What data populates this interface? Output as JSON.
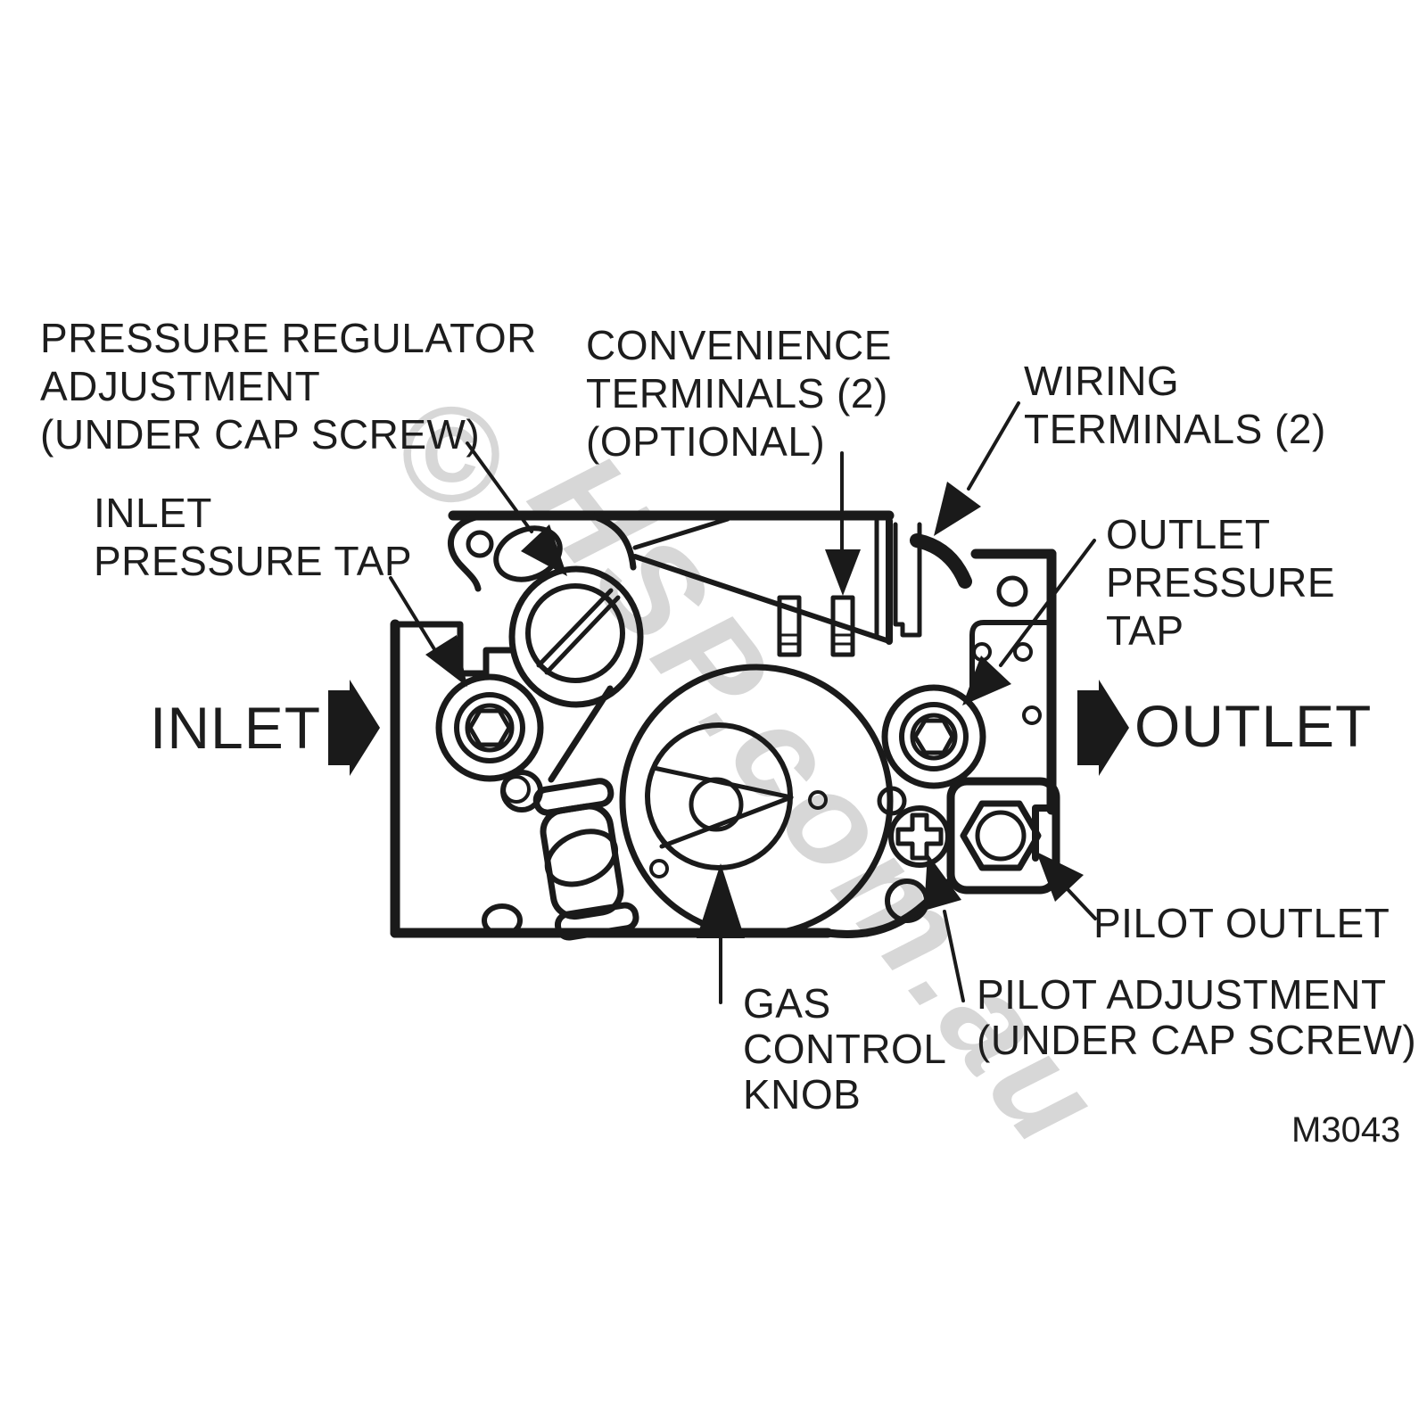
{
  "figure": {
    "title": "Gas control valve callout diagram",
    "code": "M3043"
  },
  "labels": {
    "pressure_regulator": [
      "PRESSURE REGULATOR",
      "ADJUSTMENT",
      "(UNDER CAP SCREW)"
    ],
    "convenience": [
      "CONVENIENCE",
      "TERMINALS (2)",
      "(OPTIONAL)"
    ],
    "wiring": [
      "WIRING",
      "TERMINALS (2)"
    ],
    "inlet_pressure_tap": [
      "INLET",
      "PRESSURE TAP"
    ],
    "outlet_pressure_tap": [
      "OUTLET",
      "PRESSURE",
      "TAP"
    ],
    "inlet": "INLET",
    "outlet": "OUTLET",
    "pilot_outlet": "PILOT OUTLET",
    "gas_control_knob": [
      "GAS",
      "CONTROL",
      "KNOB"
    ],
    "pilot_adjustment": [
      "PILOT ADJUSTMENT",
      "(UNDER CAP SCREW)"
    ],
    "figure_code": "M3043"
  },
  "watermark": {
    "symbol": "©",
    "text": "HSP.com.au"
  },
  "colors": {
    "ink": "#1a1a1a",
    "watermark": "#d7d7d7",
    "background": "#ffffff"
  },
  "icons": {
    "inlet_flow_arrow": "right-arrow-icon",
    "outlet_flow_arrow": "right-arrow-icon"
  }
}
